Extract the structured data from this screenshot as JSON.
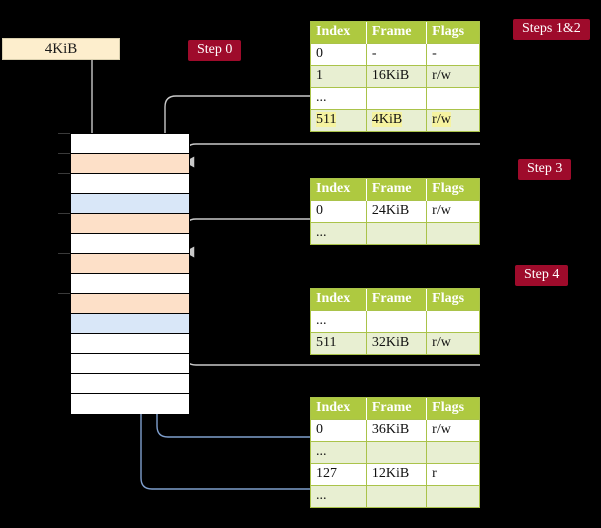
{
  "diagram": {
    "title": "multi-level-page-table-walk",
    "background": "#000000"
  },
  "virtual_page": {
    "label": "4KiB",
    "color": "#fdeecd"
  },
  "steps": [
    {
      "id": "step0",
      "label": "Step 0",
      "color": "#9e0b2b"
    },
    {
      "id": "steps12",
      "label": "Steps 1&2",
      "color": "#9e0b2b"
    },
    {
      "id": "step3",
      "label": "Step 3",
      "color": "#9e0b2b"
    },
    {
      "id": "step4",
      "label": "Step 4",
      "color": "#9e0b2b"
    }
  ],
  "memory": {
    "name": "physical-memory-column",
    "frame_count": 14,
    "colors": {
      "free": "#ffffff",
      "used": "#fde0c8",
      "table": "#d9e7f8"
    },
    "rows": [
      {
        "index": 0,
        "kind": "free"
      },
      {
        "index": 1,
        "kind": "used"
      },
      {
        "index": 2,
        "kind": "free"
      },
      {
        "index": 3,
        "kind": "table"
      },
      {
        "index": 4,
        "kind": "used"
      },
      {
        "index": 5,
        "kind": "free"
      },
      {
        "index": 6,
        "kind": "used"
      },
      {
        "index": 7,
        "kind": "free"
      },
      {
        "index": 8,
        "kind": "used"
      },
      {
        "index": 9,
        "kind": "table"
      },
      {
        "index": 10,
        "kind": "free"
      },
      {
        "index": 11,
        "kind": "free"
      },
      {
        "index": 12,
        "kind": "free"
      },
      {
        "index": 13,
        "kind": "free"
      }
    ],
    "ticks": [
      0,
      1,
      2,
      4,
      6,
      8
    ]
  },
  "tables": [
    {
      "id": "table-level-4",
      "step": "Steps 1&2",
      "columns": [
        "Index",
        "Frame",
        "Flags"
      ],
      "rows": [
        {
          "cells": [
            "0",
            "-",
            "-"
          ],
          "alt": false,
          "highlight": false
        },
        {
          "cells": [
            "1",
            "16KiB",
            "r/w"
          ],
          "alt": true,
          "highlight": false
        },
        {
          "cells": [
            "...",
            "",
            ""
          ],
          "alt": false,
          "highlight": false
        },
        {
          "cells": [
            "511",
            "4KiB",
            "r/w"
          ],
          "alt": true,
          "highlight": true
        }
      ]
    },
    {
      "id": "table-level-3",
      "step": "Step 3",
      "columns": [
        "Index",
        "Frame",
        "Flags"
      ],
      "rows": [
        {
          "cells": [
            "0",
            "24KiB",
            "r/w"
          ],
          "alt": false,
          "highlight": false
        },
        {
          "cells": [
            "...",
            "",
            ""
          ],
          "alt": true,
          "highlight": false
        }
      ]
    },
    {
      "id": "table-level-2",
      "step": "Step 4",
      "columns": [
        "Index",
        "Frame",
        "Flags"
      ],
      "rows": [
        {
          "cells": [
            "...",
            "",
            ""
          ],
          "alt": false,
          "highlight": false
        },
        {
          "cells": [
            "511",
            "32KiB",
            "r/w"
          ],
          "alt": true,
          "highlight": false
        }
      ]
    },
    {
      "id": "table-level-1",
      "step": "",
      "columns": [
        "Index",
        "Frame",
        "Flags"
      ],
      "rows": [
        {
          "cells": [
            "0",
            "36KiB",
            "r/w"
          ],
          "alt": false,
          "highlight": false
        },
        {
          "cells": [
            "...",
            "",
            ""
          ],
          "alt": true,
          "highlight": false
        },
        {
          "cells": [
            "127",
            "12KiB",
            "r"
          ],
          "alt": false,
          "highlight": false
        },
        {
          "cells": [
            "...",
            "",
            ""
          ],
          "alt": true,
          "highlight": false
        }
      ]
    }
  ],
  "wire_colors": {
    "grey": "#c9c9c9",
    "blue": "#7f9fce",
    "blue_dark": "#3f6ca8"
  }
}
